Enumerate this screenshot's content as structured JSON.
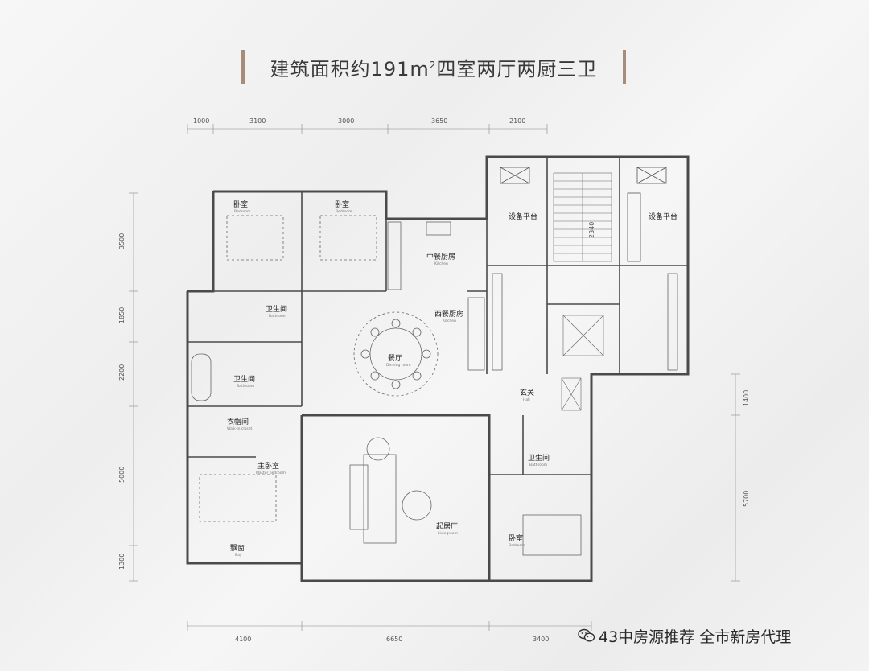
{
  "title": {
    "prefix": "建筑面积约191m",
    "sup": "2",
    "suffix": "四室两厅两厨三卫"
  },
  "dimensions": {
    "top": [
      "1000",
      "3100",
      "3000",
      "3650",
      "2100"
    ],
    "bottom": [
      "4100",
      "6650",
      "3400"
    ],
    "left": [
      "3500",
      "1850",
      "2200",
      "5000",
      "1300"
    ],
    "right": [
      "1400",
      "5700"
    ],
    "stair": "2340"
  },
  "rooms": {
    "bedroom1": {
      "cn": "卧室",
      "en": "Bedroom"
    },
    "bedroom2": {
      "cn": "卧室",
      "en": "Bedroom"
    },
    "kitchen_cn": {
      "cn": "中餐厨房",
      "en": "Kitchen"
    },
    "kitchen_west": {
      "cn": "西餐厨房",
      "en": "Kitchen"
    },
    "equip1": {
      "cn": "设备平台",
      "en": ""
    },
    "equip2": {
      "cn": "设备平台",
      "en": ""
    },
    "bath1": {
      "cn": "卫生间",
      "en": "Bathroom"
    },
    "bath2": {
      "cn": "卫生间",
      "en": "Bathroom"
    },
    "bath3": {
      "cn": "卫生间",
      "en": "Bathroom"
    },
    "dining": {
      "cn": "餐厅",
      "en": "Dinning room"
    },
    "hall": {
      "cn": "玄关",
      "en": "Hall"
    },
    "walkin": {
      "cn": "衣帽间",
      "en": "Walk-in closet"
    },
    "master": {
      "cn": "主卧室",
      "en": "Master bedroom"
    },
    "living": {
      "cn": "起居厅",
      "en": "Livingroom"
    },
    "bedroom3": {
      "cn": "卧室",
      "en": "Bedroom"
    },
    "bay": {
      "cn": "飘窗",
      "en": "Bay"
    }
  },
  "watermark": {
    "text": "43中房源推荐 全市新房代理",
    "logo_icon": "wechat-logo-icon"
  },
  "colors": {
    "wall": "#4a4a4a",
    "accent": "#a88c7a"
  }
}
